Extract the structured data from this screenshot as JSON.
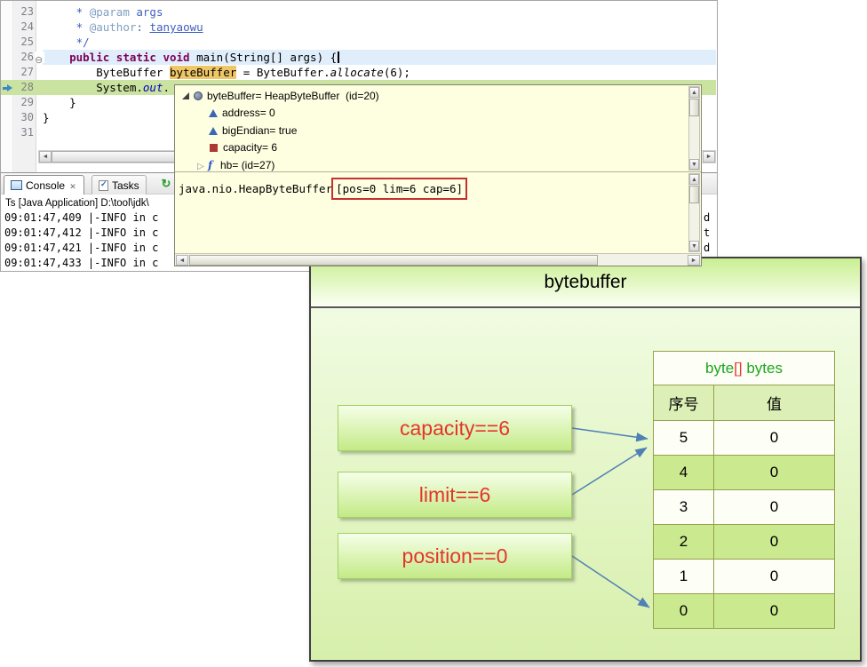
{
  "editor": {
    "lines": [
      {
        "num": "23",
        "segments": [
          {
            "t": "     * ",
            "c": "doc"
          },
          {
            "t": "@param",
            "c": "doctag"
          },
          {
            "t": " args",
            "c": "doc"
          }
        ]
      },
      {
        "num": "24",
        "segments": [
          {
            "t": "     * ",
            "c": "doc"
          },
          {
            "t": "@author",
            "c": "doctag"
          },
          {
            "t": ": ",
            "c": "doc"
          },
          {
            "t": "tanyaowu",
            "c": "doclink"
          }
        ]
      },
      {
        "num": "25",
        "segments": [
          {
            "t": "     */",
            "c": "doc"
          }
        ]
      },
      {
        "num": "26",
        "segments": [
          {
            "t": "    ",
            "c": "plain"
          },
          {
            "t": "public static void",
            "c": "kw"
          },
          {
            "t": " main(String[] args) {",
            "c": "plain"
          }
        ]
      },
      {
        "num": "27",
        "segments": [
          {
            "t": "        ByteBuffer ",
            "c": "plain"
          },
          {
            "t": "byteBuffer",
            "c": "occ"
          },
          {
            "t": " = ByteBuffer.",
            "c": "plain"
          },
          {
            "t": "allocate",
            "c": "sm"
          },
          {
            "t": "(6);",
            "c": "plain"
          }
        ]
      },
      {
        "num": "28",
        "segments": [
          {
            "t": "        System.",
            "c": "plain"
          },
          {
            "t": "out",
            "c": "sf"
          },
          {
            "t": ".",
            "c": "plain"
          }
        ]
      },
      {
        "num": "29",
        "segments": [
          {
            "t": "    }",
            "c": "plain"
          }
        ]
      },
      {
        "num": "30",
        "segments": [
          {
            "t": "}",
            "c": "plain"
          }
        ]
      },
      {
        "num": "31",
        "segments": []
      }
    ]
  },
  "console": {
    "tabs": {
      "console": "Console",
      "tasks": "Tasks"
    },
    "title": "Ts [Java Application] D:\\tool\\jdk\\",
    "lines": [
      "09:01:47,409 |-INFO in c",
      "09:01:47,412 |-INFO in c",
      "09:01:47,421 |-INFO in c",
      "09:01:47,433 |-INFO in c"
    ],
    "fragments": [
      "d",
      "t",
      "d"
    ]
  },
  "popup": {
    "rows": [
      {
        "label": "byteBuffer= HeapByteBuffer  (id=20)"
      },
      {
        "label": "address= 0"
      },
      {
        "label": "bigEndian= true"
      },
      {
        "label": "capacity= 6"
      },
      {
        "label": "hb= (id=27)"
      }
    ],
    "detail": {
      "prefix": "java.nio.HeapByteBuffer",
      "boxed": "[pos=0 lim=6 cap=6]"
    }
  },
  "diagram": {
    "title": "bytebuffer",
    "boxes": [
      "capacity==6",
      "limit==6",
      "position==0"
    ],
    "table": {
      "header": {
        "part1": "byte",
        "part2": "[]",
        "part3": " bytes"
      },
      "columns": [
        "序号",
        "值"
      ],
      "rows": [
        [
          "5",
          "0"
        ],
        [
          "4",
          "0"
        ],
        [
          "3",
          "0"
        ],
        [
          "2",
          "0"
        ],
        [
          "1",
          "0"
        ],
        [
          "0",
          "0"
        ]
      ]
    }
  },
  "colors": {
    "red_text": "#e5352b",
    "arrow": "#4e7fb5",
    "debug_line_highlight": "#cbe3a0",
    "current_line_highlight": "#e0eefb",
    "occurrence_highlight": "#f0c766",
    "popup_background": "#fefee1"
  }
}
